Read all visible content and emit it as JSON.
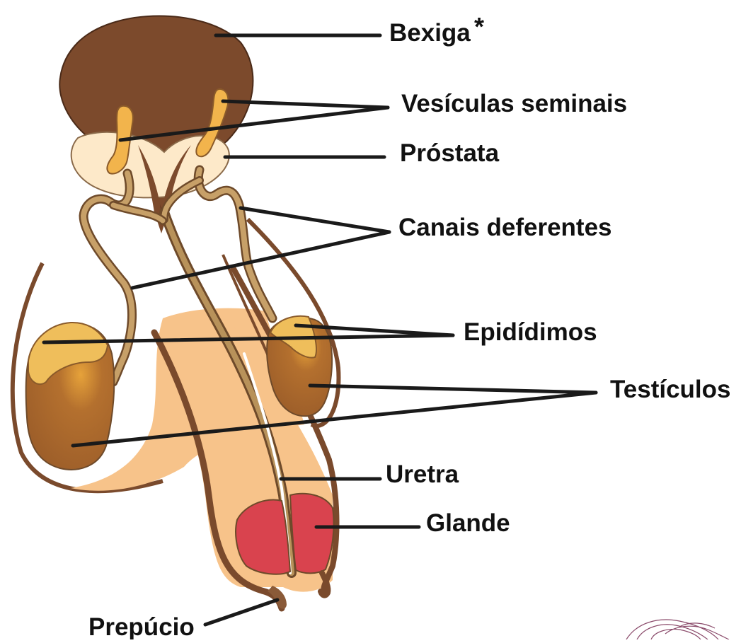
{
  "labels": {
    "bexiga": "Bexiga",
    "bexiga_mark": "*",
    "vesiculas": "Vesículas seminais",
    "prostata": "Próstata",
    "canais": "Canais deferentes",
    "epididimos": "Epidídimos",
    "testiculos": "Testículos",
    "uretra": "Uretra",
    "glande": "Glande",
    "prepucio": "Prepúcio"
  },
  "colors": {
    "bladder": "#7c4a2c",
    "bladder_outline": "#4a2a18",
    "vesicle": "#f2b44c",
    "prostate": "#fde9c9",
    "duct": "#b8925a",
    "duct_outline": "#6e4a2a",
    "epididymis": "#efbe5b",
    "testis": "#a8692f",
    "testis_center": "#e0a040",
    "skin": "#f7c38a",
    "skin_outline": "#7a4a2c",
    "glans": "#d9434e",
    "leader": "#1a1a1a"
  }
}
